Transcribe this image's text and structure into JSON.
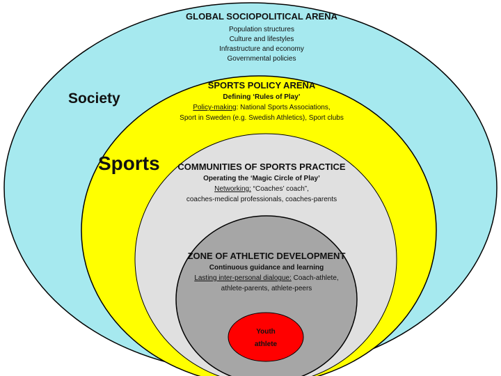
{
  "colors": {
    "society": "#a6e9ef",
    "sports": "#ffff00",
    "communities": "#e0e0e0",
    "zone": "#a6a6a6",
    "athlete": "#ff0000",
    "outline": "#000000"
  },
  "society": {
    "label": "Society",
    "title": "GLOBAL SOCIOPOLITICAL ARENA",
    "lines": [
      "Population structures",
      "Culture and lifestyles",
      "Infrastructure and economy",
      "Governmental policies"
    ]
  },
  "sports": {
    "label": "Sports",
    "title": "SPORTS POLICY ARENA",
    "subtitle": "Defining ‘Rules of Play’",
    "line1_underlined": "Policy-making",
    "line1_rest": ": National Sports Associations,",
    "line2": "Sport in Sweden (e.g. Swedish Athletics), Sport clubs"
  },
  "communities": {
    "title": "COMMUNITIES OF SPORTS PRACTICE",
    "subtitle": "Operating the ‘Magic Circle of Play’",
    "line1_underlined": "Networking:",
    "line1_rest": " “Coaches’ coach”,",
    "line2": "coaches-medical professionals, coaches-parents"
  },
  "zone": {
    "title": "ZONE OF ATHLETIC DEVELOPMENT",
    "subtitle": "Continuous guidance and learning",
    "line1_underlined": "Lasting inter-personal dialogue:",
    "line1_rest": " Coach-athlete,",
    "line2": "athlete-parents, athlete-peers"
  },
  "athlete": {
    "line1": "Youth",
    "line2": "athlete"
  }
}
